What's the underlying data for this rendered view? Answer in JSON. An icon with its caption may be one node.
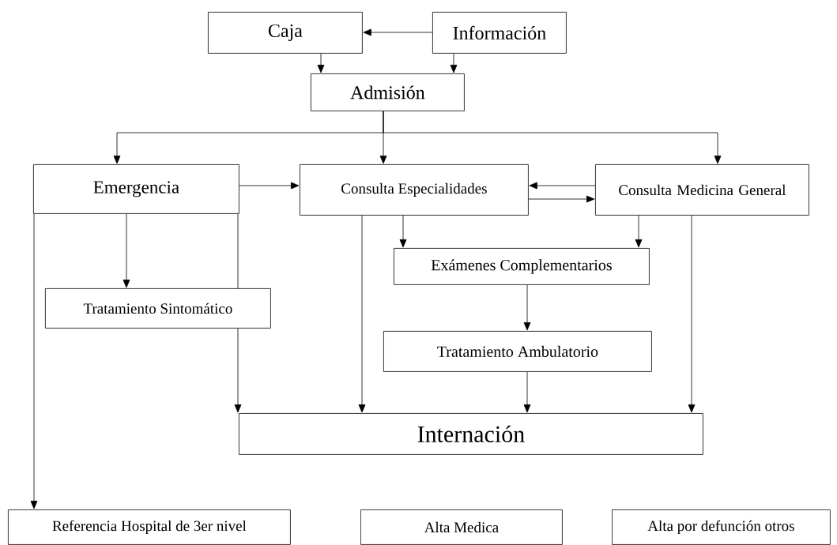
{
  "diagram": {
    "nodes": [
      {
        "text": [
          "Caja"
        ]
      },
      {
        "text": [
          "Información"
        ]
      },
      {
        "text": [
          "Admisión"
        ]
      },
      {
        "text": [
          "Emergencia"
        ]
      },
      {
        "text": [
          "Consulta Especialidades"
        ]
      },
      {
        "text": [
          "Consulta Medicina General"
        ]
      },
      {
        "text": [
          "Tratamiento Sintomático"
        ]
      },
      {
        "text": [
          "Exámenes Complementarios"
        ]
      },
      {
        "text": [
          "Tratamiento Ambulatorio"
        ]
      },
      {
        "text": [
          "Internación"
        ]
      },
      {
        "text": [
          "Referencia Hospital de 3er nivel"
        ]
      },
      {
        "text": [
          "Alta Medica"
        ]
      },
      {
        "text": [
          "Alta por defunción otros"
        ]
      }
    ],
    "edges": [
      {
        "from": 1,
        "to": 0,
        "arrow": "to"
      },
      {
        "from": 0,
        "to": 2,
        "arrow": "to"
      },
      {
        "from": 1,
        "to": 2,
        "arrow": "to"
      },
      {
        "from": 2,
        "to": 3,
        "arrow": "to"
      },
      {
        "from": 2,
        "to": 4,
        "arrow": "to"
      },
      {
        "from": 2,
        "to": 5,
        "arrow": "to"
      },
      {
        "from": 3,
        "to": 4,
        "arrow": "to"
      },
      {
        "from": 5,
        "to": 4,
        "arrow": "to"
      },
      {
        "from": 4,
        "to": 5,
        "arrow": "to"
      },
      {
        "from": 3,
        "to": 6,
        "arrow": "to"
      },
      {
        "from": 3,
        "to": 6,
        "arrow": "none"
      },
      {
        "from": 6,
        "to": 9,
        "arrow": "to"
      },
      {
        "from": 3,
        "to": 10,
        "arrow": "to"
      },
      {
        "from": 4,
        "to": 9,
        "arrow": "to"
      },
      {
        "from": 4,
        "to": 7,
        "arrow": "to"
      },
      {
        "from": 5,
        "to": 7,
        "arrow": "to"
      },
      {
        "from": 5,
        "to": 9,
        "arrow": "to"
      },
      {
        "from": 7,
        "to": 8,
        "arrow": "to"
      },
      {
        "from": 8,
        "to": 9,
        "arrow": "to"
      }
    ]
  }
}
